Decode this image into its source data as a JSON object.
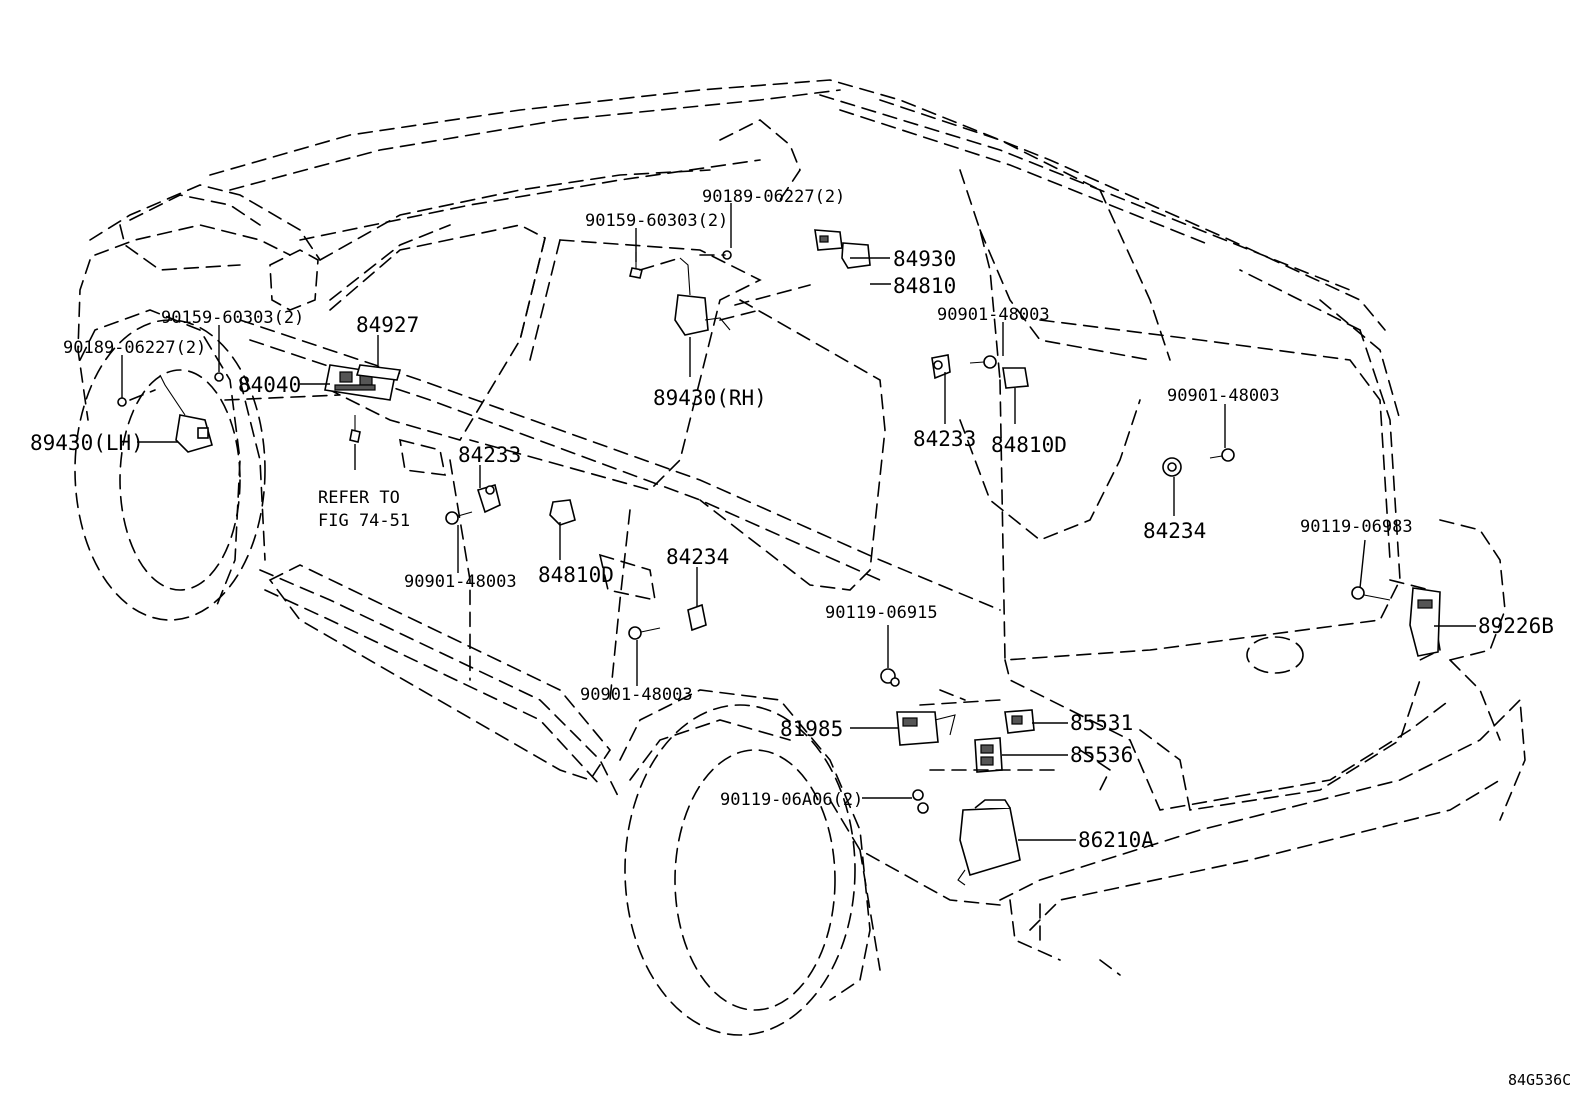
{
  "diagram_id": "84G536C",
  "refer_note": {
    "line1": "REFER TO",
    "line2": "FIG 74-51"
  },
  "labels": {
    "p90189_top": "90189-06227(2)",
    "p90159_top": "90159-60303(2)",
    "p84930": "84930",
    "p84810": "84810",
    "p90901_r1": "90901-48003",
    "p90159_left": "90159-60303(2)",
    "p84927": "84927",
    "p90189_left": "90189-06227(2)",
    "p84040": "84040",
    "p89430_lh": "89430(LH)",
    "p89430_rh": "89430(RH)",
    "p84233_a": "84233",
    "p84233_b": "84233",
    "p84810d_a": "84810D",
    "p84810d_b": "84810D",
    "p90901_r2": "90901-48003",
    "p84234_a": "84234",
    "p84234_b": "84234",
    "p90901_l1": "90901-48003",
    "p90901_l2": "90901-48003",
    "p90119_06983": "90119-06983",
    "p89226b": "89226B",
    "p90119_06915": "90119-06915",
    "p81985": "81985",
    "p85531": "85531",
    "p85536": "85536",
    "p90119_06a06": "90119-06A06(2)",
    "p86210a": "86210A"
  }
}
